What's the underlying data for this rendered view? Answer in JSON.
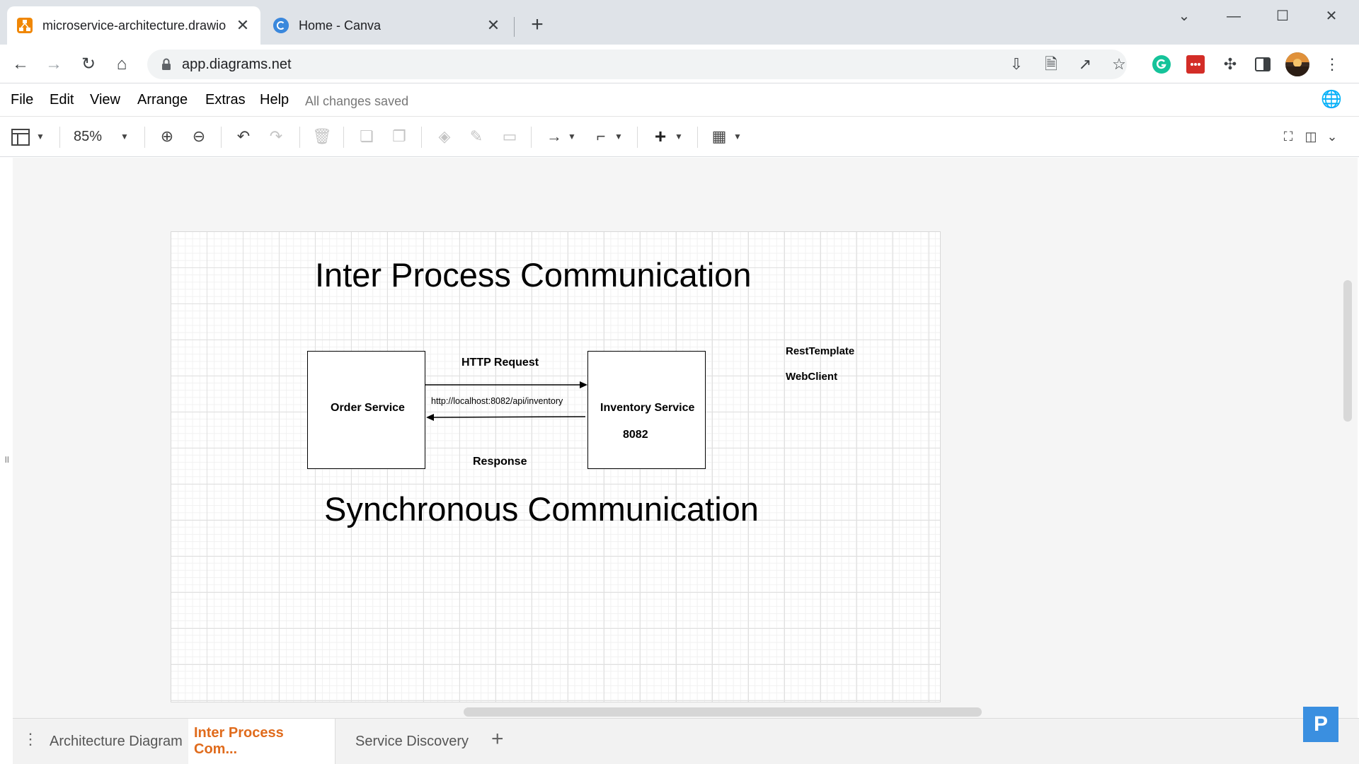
{
  "browser": {
    "tabs": [
      {
        "title": "microservice-architecture.drawio",
        "active": true,
        "favicon": "drawio-icon"
      },
      {
        "title": "Home - Canva",
        "active": false,
        "favicon": "canva-icon"
      }
    ],
    "url": "app.diagrams.net"
  },
  "drawio": {
    "menu": [
      "File",
      "Edit",
      "View",
      "Arrange",
      "Extras",
      "Help"
    ],
    "status": "All changes saved",
    "zoom": "85%"
  },
  "diagram": {
    "title": "Inter Process Communication",
    "subtitle": "Synchronous Communication",
    "order_service": "Order Service",
    "inventory_service": "Inventory Service",
    "inventory_port": "8082",
    "request_label": "HTTP Request",
    "url_label": "http://localhost:8082/api/inventory",
    "response_label": "Response",
    "notes": [
      "RestTemplate",
      "WebClient"
    ]
  },
  "pages": [
    {
      "label": "Architecture Diagram",
      "active": false
    },
    {
      "label": "Inter Process Com...",
      "active": true
    },
    {
      "label": "Service Discovery",
      "active": false
    }
  ],
  "colors": {
    "accent_tab": "#e06b1c",
    "drawio_brand": "#f08705",
    "fab": "#3a8fe0"
  }
}
